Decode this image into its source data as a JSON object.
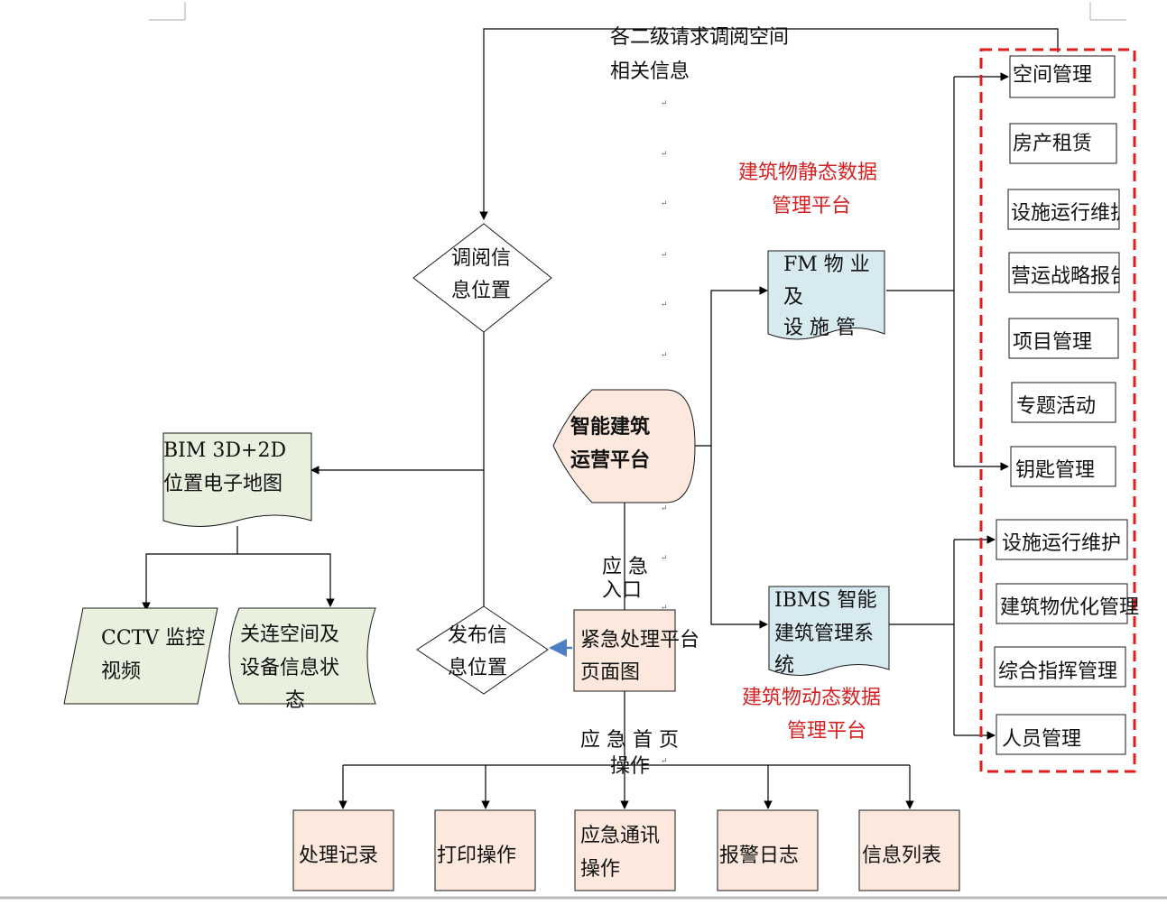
{
  "top_note": [
    "各二级请求调阅空间",
    "相关信息"
  ],
  "center": [
    "智能建筑",
    "运营平台"
  ],
  "query": [
    "调阅信",
    "息位置"
  ],
  "publish": [
    "发布信",
    "息位置"
  ],
  "bim": [
    "BIM 3D+2D",
    "位置电子地图"
  ],
  "cctv": [
    "CCTV 监控",
    "视频"
  ],
  "related": [
    "关连空间及",
    "设备信息状",
    "态"
  ],
  "fm": [
    "FM  物 业",
    "及",
    "设 施 管"
  ],
  "ibms": [
    "IBMS 智能",
    "建筑管理系",
    "统"
  ],
  "static_label": [
    "建筑物静态数据",
    "管理平台"
  ],
  "dynamic_label": [
    "建筑物动态数据",
    "管理平台"
  ],
  "emergency_link": [
    "应  急",
    "入口"
  ],
  "emergency_page": [
    "紧急处理平台",
    "页面图"
  ],
  "home_ops": [
    "应 急 首 页",
    "操作"
  ],
  "fm_items": [
    "空间管理",
    "房产租赁",
    "设施运行维护",
    "营运战略报告",
    "项目管理",
    "专题活动",
    "钥匙管理"
  ],
  "ibms_items": [
    "设施运行维护",
    "建筑物优化管理",
    "综合指挥管理",
    "人员管理"
  ],
  "bottom_items": [
    [
      "处理记录"
    ],
    [
      "打印操作"
    ],
    [
      "应急通讯",
      "操作"
    ],
    [
      "报警日志"
    ],
    [
      "信息列表"
    ]
  ],
  "colors": {
    "peach": "#fce8dc",
    "green": "#e9f0dd",
    "lightblue": "#d6eaf0",
    "red_text": "#d42020",
    "dashed_border": "#e31b1b",
    "blue_arrow": "#4a7fc1"
  }
}
